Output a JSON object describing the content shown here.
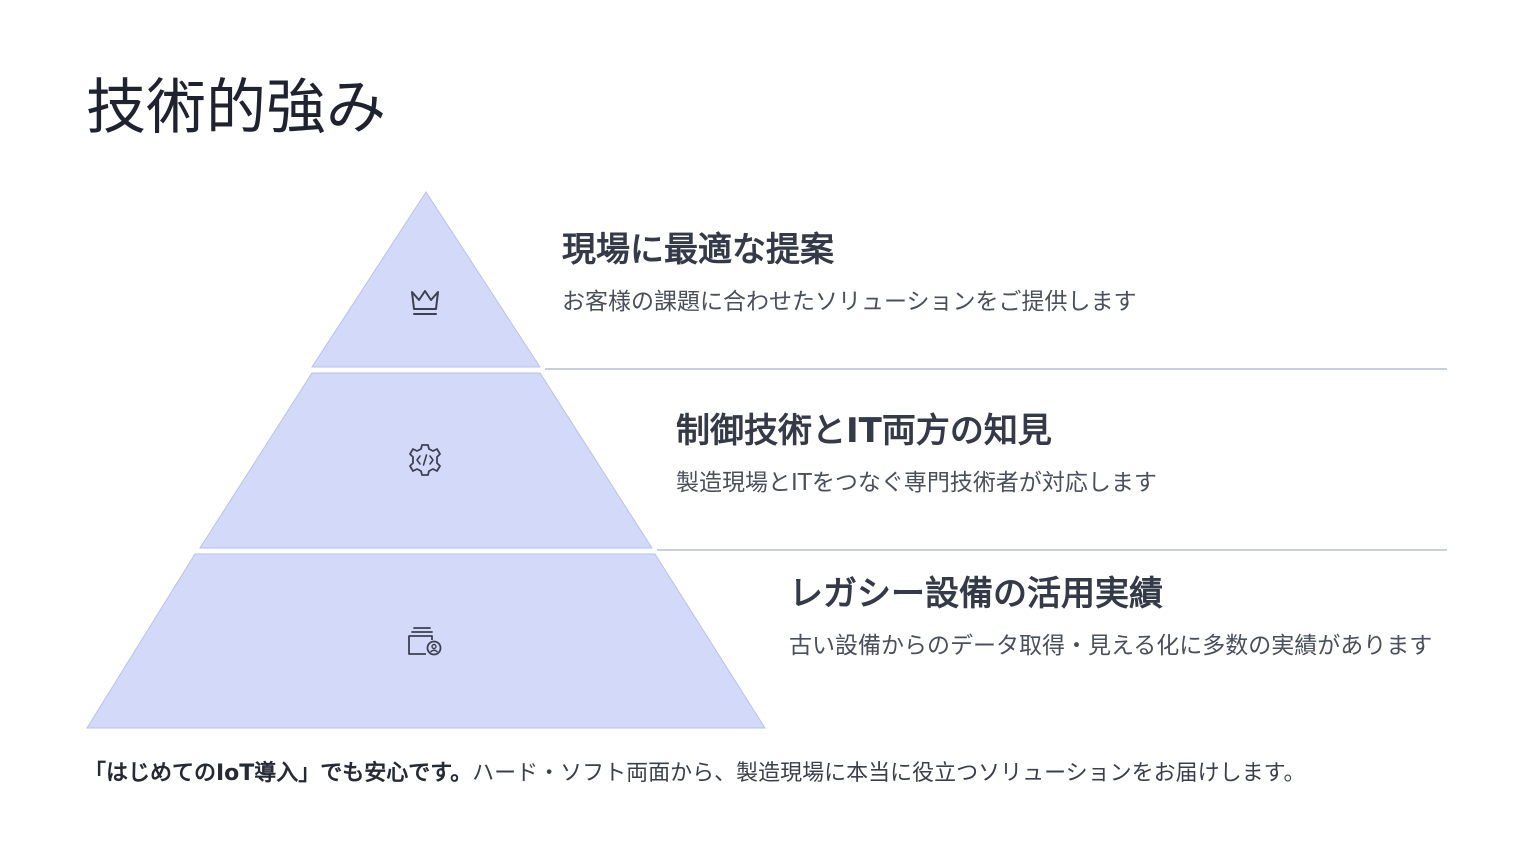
{
  "title": "技術的強み",
  "colors": {
    "tier_fill": "#d3d9f8",
    "tier_stroke": "#b9c1ec",
    "divider": "#b8bfd6",
    "icon": "#3c4050"
  },
  "tiers": [
    {
      "heading": "現場に最適な提案",
      "description": "お客様の課題に合わせたソリューションをご提供します",
      "icon": "crown-icon"
    },
    {
      "heading": "制御技術とIT両方の知見",
      "description": "製造現場とITをつなぐ専門技術者が対応します",
      "icon": "code-gear-icon"
    },
    {
      "heading": "レガシー設備の活用実績",
      "description": "古い設備からのデータ取得・見える化に多数の実績があります",
      "icon": "database-user-icon"
    }
  ],
  "footer": {
    "strong": "「はじめてのIoT導入」でも安心です。",
    "text": "ハード・ソフト両面から、製造現場に本当に役立つソリューションをお届けします。"
  }
}
